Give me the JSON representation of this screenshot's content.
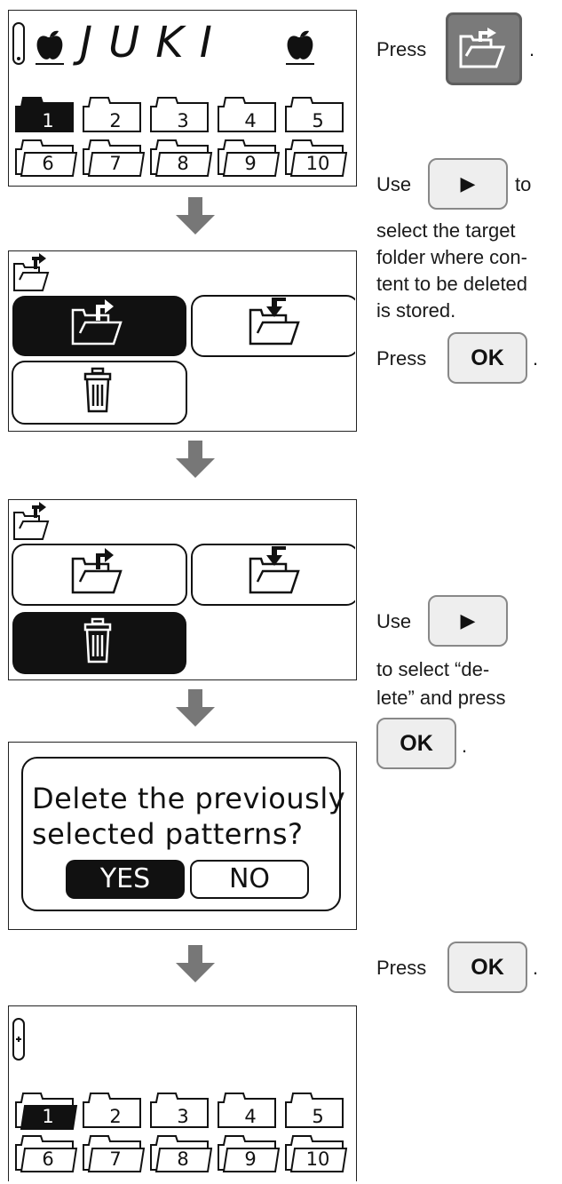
{
  "screen1": {
    "title": "JUKI",
    "folders": [
      "1",
      "2",
      "3",
      "4",
      "5",
      "6",
      "7",
      "8",
      "9",
      "10"
    ]
  },
  "screen4": {
    "message_line1": "Delete the previously",
    "message_line2": "selected patterns?",
    "yes": "YES",
    "no": "NO"
  },
  "screen5": {
    "folders": [
      "1",
      "2",
      "3",
      "4",
      "5",
      "6",
      "7",
      "8",
      "9",
      "10"
    ]
  },
  "instructions": {
    "press": "Press",
    "period": ".",
    "use": "Use",
    "to": "to",
    "select_target_l1": "select the target",
    "select_target_l2": "folder where con-",
    "select_target_l3": "tent to be deleted",
    "select_target_l4": "is stored.",
    "ok": "OK",
    "right_key": "▶",
    "to_select_l1": "to select “de-",
    "to_select_l2": "lete” and press"
  }
}
